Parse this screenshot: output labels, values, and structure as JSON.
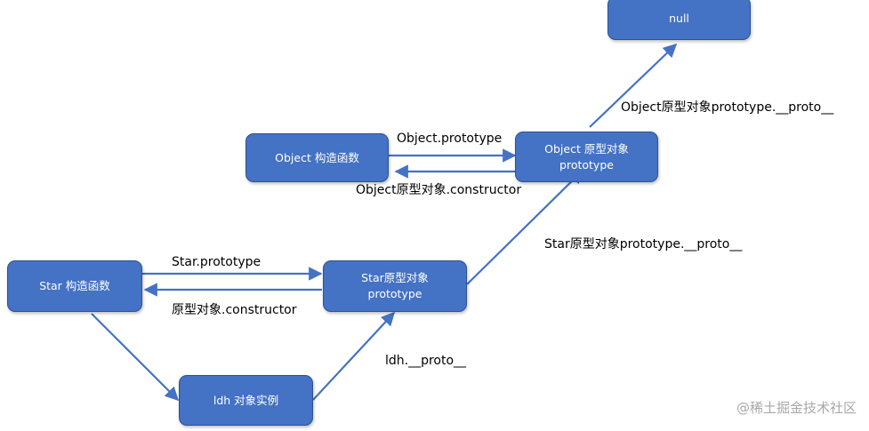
{
  "colors": {
    "node_fill": "#4472C4",
    "node_border": "#2F528F",
    "arrow": "#4472C4",
    "text": "#000000",
    "watermark": "#A8A8A8"
  },
  "nodes": {
    "null_node": {
      "line1": "null"
    },
    "object_constructor": {
      "line1": "Object 构造函数"
    },
    "object_prototype": {
      "line1": "Object 原型对象",
      "line2": "prototype"
    },
    "star_constructor": {
      "line1": "Star 构造函数"
    },
    "star_prototype": {
      "line1": "Star原型对象",
      "line2": "prototype"
    },
    "ldh_instance": {
      "line1": "ldh 对象实例"
    }
  },
  "edges": {
    "object_prototype_link": "Object.prototype",
    "object_constructor_link": "Object原型对象.constructor",
    "object_proto_to_null": "Object原型对象prototype.__proto__",
    "star_prototype_link": "Star.prototype",
    "star_constructor_link": "原型对象.constructor",
    "star_proto_to_object": "Star原型对象prototype.__proto__",
    "ldh_proto_link": "ldh.__proto__"
  },
  "watermark": "@稀土掘金技术社区"
}
